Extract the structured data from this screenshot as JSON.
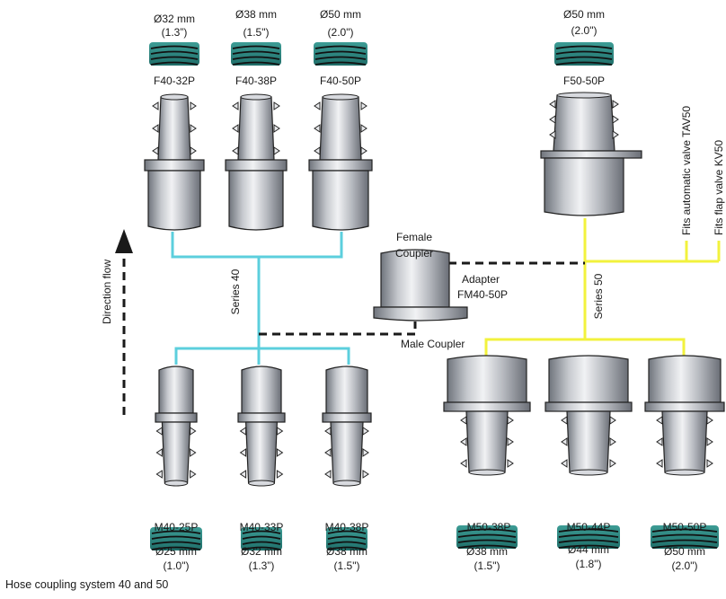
{
  "caption": "Hose coupling system 40 and 50",
  "colors": {
    "series40_line": "#5ccfdd",
    "series50_line": "#f2f23d",
    "dashed_line": "#1a1a1a",
    "hose": "#2f8a84",
    "part_light": "#e4e6ea",
    "part_dark": "#7a7e86",
    "outline": "#222222"
  },
  "series40": {
    "label": "Series 40",
    "female": [
      {
        "code": "F40-32P",
        "diameter": "Ø32 mm",
        "inch": "(1.3”)"
      },
      {
        "code": "F40-38P",
        "diameter": "Ø38 mm",
        "inch": "(1.5\")"
      },
      {
        "code": "F40-50P",
        "diameter": "Ø50 mm",
        "inch": "(2.0\")"
      }
    ],
    "male": [
      {
        "code": "M40-25P",
        "diameter": "Ø25 mm",
        "inch": "(1.0\")"
      },
      {
        "code": "M40-33P",
        "diameter": "Ø32 mm",
        "inch": "(1.3”)"
      },
      {
        "code": "M40-38P",
        "diameter": "Ø38 mm",
        "inch": "(1.5\")"
      }
    ]
  },
  "series50": {
    "label": "Series 50",
    "female": [
      {
        "code": "F50-50P",
        "diameter": "Ø50 mm",
        "inch": "(2.0\")"
      }
    ],
    "male": [
      {
        "code": "M50-38P",
        "diameter": "Ø38 mm",
        "inch": "(1.5\")"
      },
      {
        "code": "M50-44P",
        "diameter": "Ø44 mm",
        "inch": "(1.8\")"
      },
      {
        "code": "M50-50P",
        "diameter": "Ø50 mm",
        "inch": "(2.0\")"
      }
    ]
  },
  "adapter": {
    "title": "Adapter",
    "code": "FM40-50P",
    "female_label_1": "Female",
    "female_label_2": "Coupler",
    "male_label": "Male Coupler"
  },
  "valves": {
    "automatic": "Fits automatic valve TAV50",
    "flap": "Fits flap valve KV50"
  },
  "direction_label": "Direction flow"
}
